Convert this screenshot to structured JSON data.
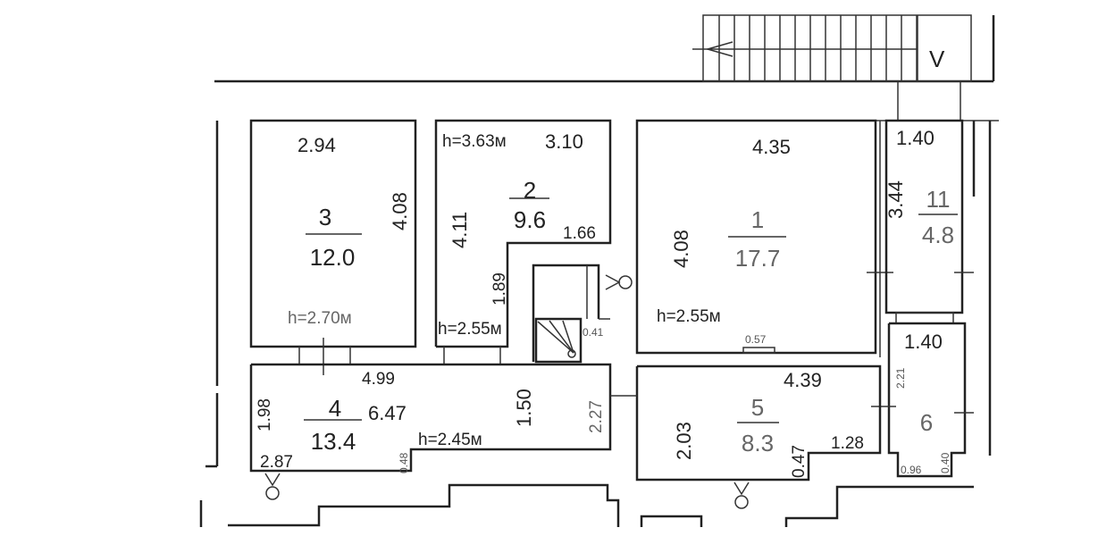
{
  "plan": {
    "stair_label": "V",
    "rooms": [
      {
        "number": "1",
        "area": "17.7",
        "width": "4.35",
        "length": "4.08",
        "height": "h=2.55м",
        "extra": "0.57"
      },
      {
        "number": "2",
        "area": "9.6",
        "width": "3.10",
        "length": "4.11",
        "height_top": "h=3.63м",
        "height": "h=2.55м",
        "extra1": "1.66",
        "extra2": "1.89"
      },
      {
        "number": "3",
        "area": "12.0",
        "width": "2.94",
        "length": "4.08",
        "height": "h=2.70м"
      },
      {
        "number": "4",
        "area": "13.4",
        "width": "4.99",
        "length": "6.47",
        "height": "h=2.45м",
        "d1": "1.98",
        "d2": "2.87",
        "d3": "0.48",
        "d4": "1.50",
        "d5": "2.27",
        "d6": "0.41"
      },
      {
        "number": "5",
        "area": "8.3",
        "width": "4.39",
        "length": "2.03",
        "d1": "1.28",
        "d2": "0.47"
      },
      {
        "number": "6",
        "width": "1.40",
        "length": "2.21",
        "d1": "0.96",
        "d2": "0.40"
      },
      {
        "number": "11",
        "area": "4.8",
        "width": "1.40",
        "length": "3.44"
      }
    ]
  }
}
